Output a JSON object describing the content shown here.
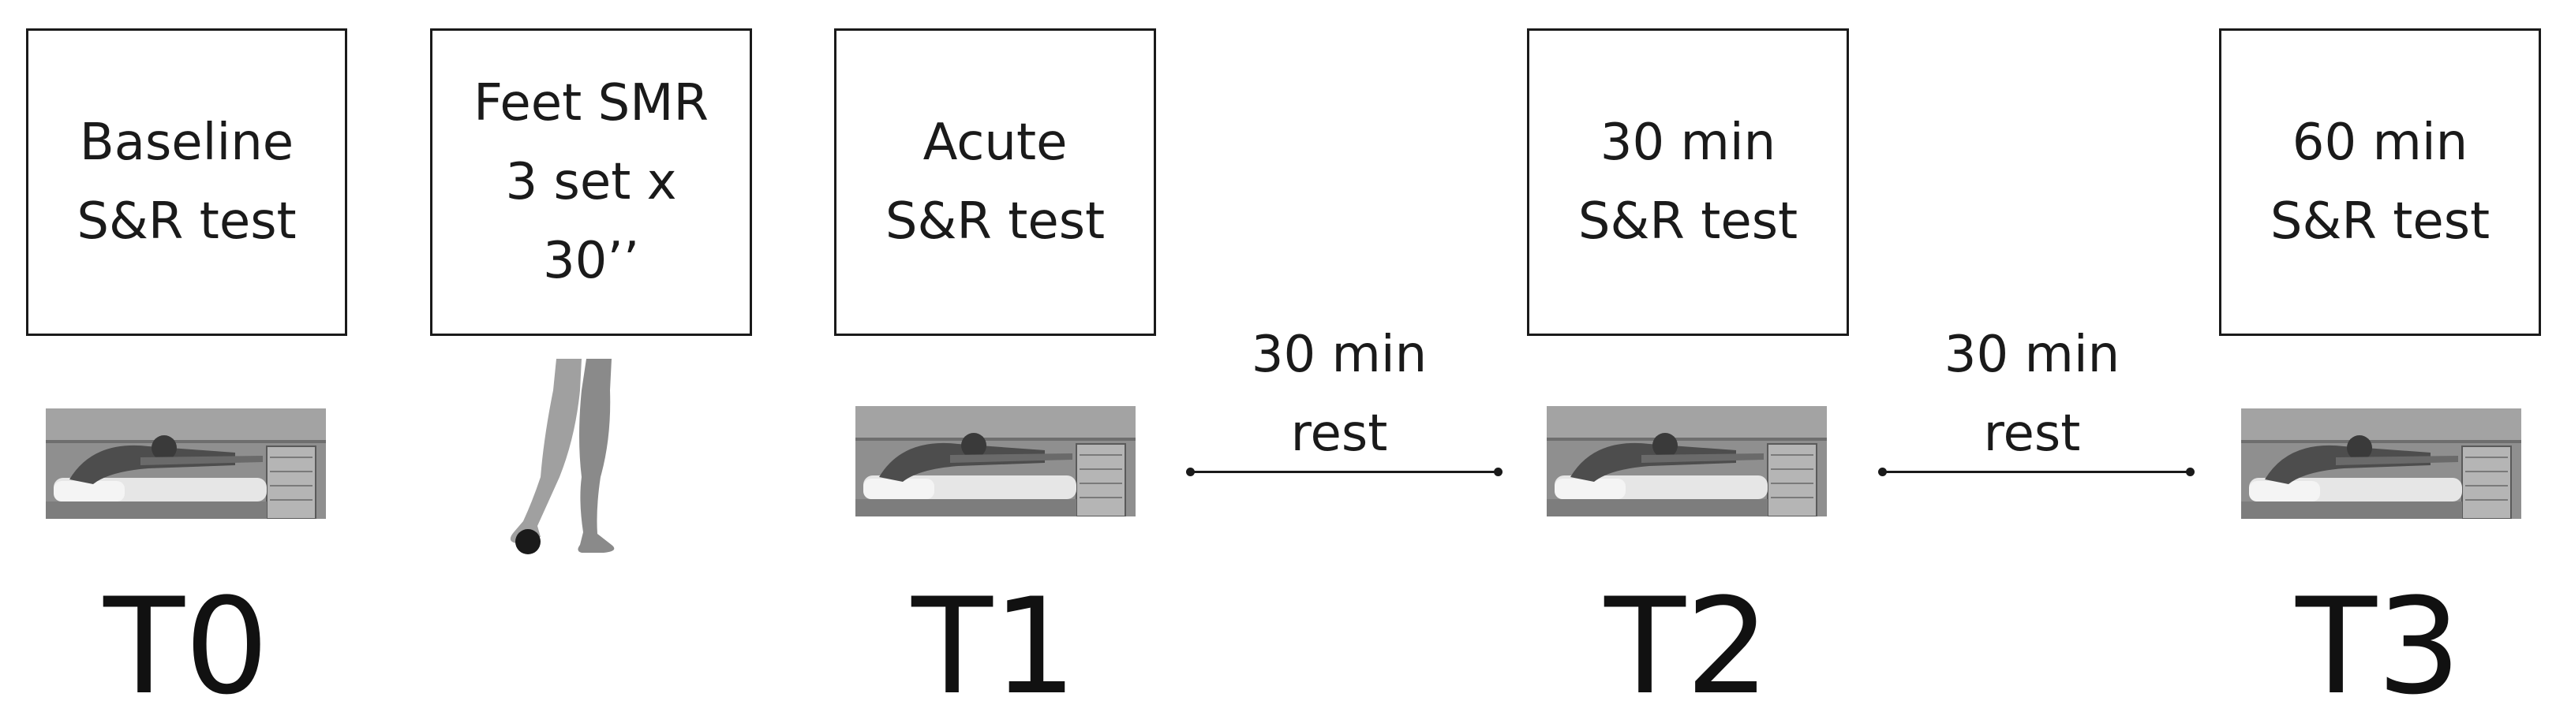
{
  "steps": [
    {
      "lines": [
        "Baseline",
        "S&R test"
      ]
    },
    {
      "lines": [
        "Feet SMR",
        "3 set x",
        "30’’"
      ]
    },
    {
      "lines": [
        "Acute",
        "S&R test"
      ]
    },
    {
      "lines": [
        "30 min",
        "S&R test"
      ]
    },
    {
      "lines": [
        "60 min",
        "S&R test"
      ]
    }
  ],
  "rests": [
    {
      "lines": [
        "30 min",
        "rest"
      ]
    },
    {
      "lines": [
        "30 min",
        "rest"
      ]
    }
  ],
  "timepoints": [
    "T0",
    "T1",
    "T2",
    "T3"
  ],
  "icons": {
    "sit_and_reach": "sit-and-reach-photo",
    "foam_roll": "feet-smr-photo"
  },
  "colors": {
    "ink": "#1a1a1a",
    "photo_bg": "#8c8c8c"
  }
}
